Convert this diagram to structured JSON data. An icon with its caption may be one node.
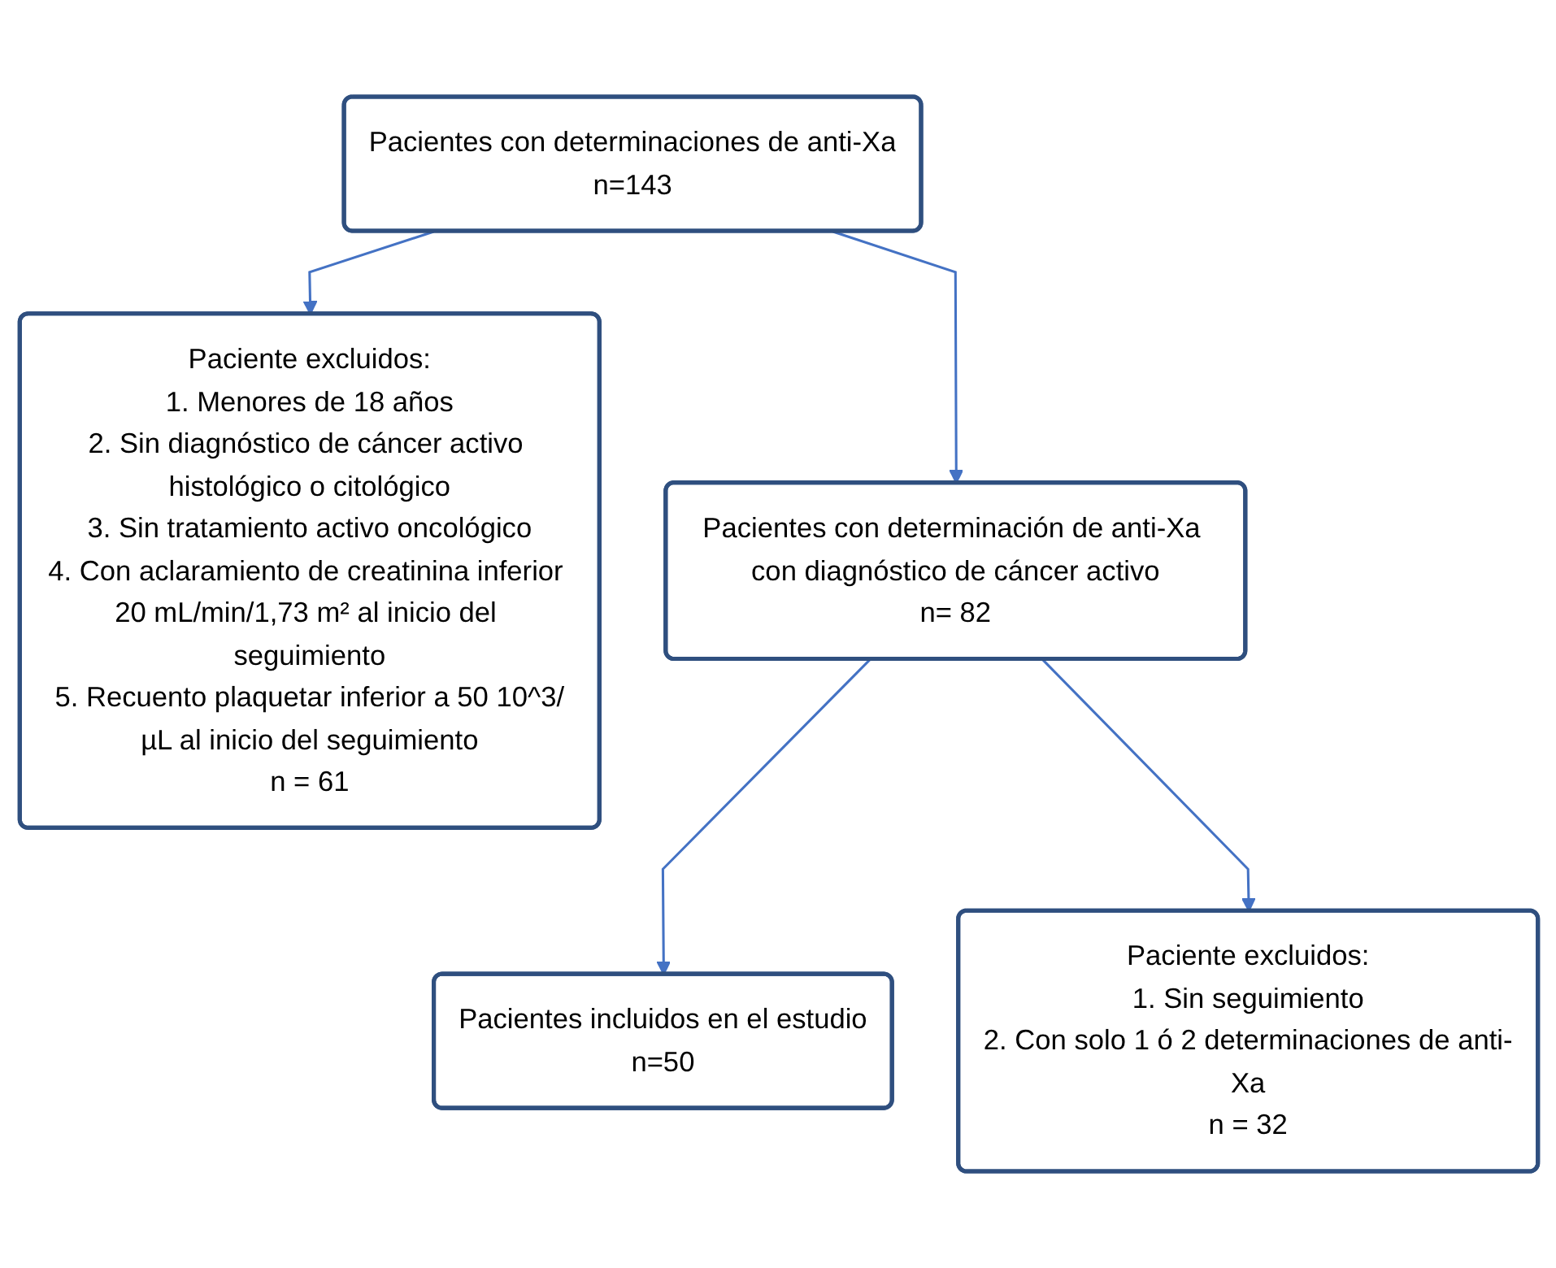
{
  "diagram": {
    "nodes": [
      {
        "text": [
          "Pacientes con determinaciones de anti-Xa",
          "n=143"
        ]
      },
      {
        "text": [
          "Paciente excluidos:",
          "1. Menores de 18 años",
          "2. Sin diagnóstico de cáncer activo histológico o citológico",
          "3. Sin tratamiento activo oncológico",
          "4. Con aclaramiento de creatinina inferior 20 mL/min/1,73 m² al inicio del seguimiento",
          "5. Recuento plaquetar inferior a 50 10^3/µL al inicio del seguimiento",
          "n = 61"
        ]
      },
      {
        "text": [
          "Pacientes con determinación de anti-Xa con diagnóstico de cáncer activo",
          "n= 82"
        ]
      },
      {
        "text": [
          "Paciente excluidos:",
          "1. Sin seguimiento",
          "2. Con solo 1 ó 2 determinaciones de anti-Xa",
          "n = 32"
        ]
      },
      {
        "text": [
          "Pacientes incluidos en el estudio",
          "n=50"
        ]
      }
    ],
    "edges": [
      {
        "from": 0,
        "to": 2,
        "arrow": "to"
      },
      {
        "from": 0,
        "to": 1,
        "arrow": "to"
      },
      {
        "from": 2,
        "to": 4,
        "arrow": "to"
      },
      {
        "from": 2,
        "to": 3,
        "arrow": "to"
      }
    ]
  }
}
